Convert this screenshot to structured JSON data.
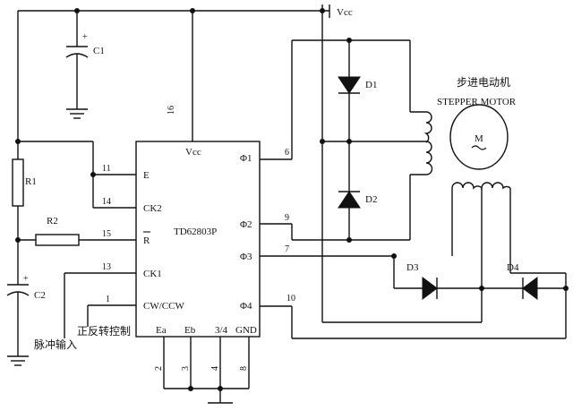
{
  "supply": {
    "label": "Vcc"
  },
  "ic": {
    "name": "TD62803P",
    "vcc_label": "Vcc",
    "pin_left": [
      "E",
      "CK2",
      "R",
      "CK1",
      "CW/CCW"
    ],
    "pin_right": [
      "Φ1",
      "Φ2",
      "Φ3",
      "Φ4"
    ],
    "pin_bottom": [
      "Ea",
      "Eb",
      "3/4",
      "GND"
    ],
    "num_left": [
      "11",
      "14",
      "15",
      "13",
      "1"
    ],
    "num_right": [
      "6",
      "9",
      "7",
      "10"
    ],
    "num_bottom": [
      "2",
      "3",
      "4",
      "8"
    ],
    "num_top": "16"
  },
  "components": {
    "c1": "C1",
    "c2": "C2",
    "r1": "R1",
    "r2": "R2",
    "d1": "D1",
    "d2": "D2",
    "d3": "D3",
    "d4": "D4",
    "motor_symbol": "M"
  },
  "motor": {
    "title_cn": "步进电动机",
    "title_en": "STEPPER MOTOR"
  },
  "inputs": {
    "pulse": "脉冲输入",
    "direction": "正反转控制"
  }
}
